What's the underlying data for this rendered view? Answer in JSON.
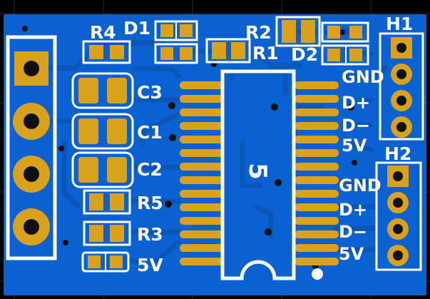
{
  "board": {
    "colors": {
      "background": "#000000",
      "grid": "#2a2a2a",
      "board_fill": "#0a61d1",
      "trace": "#0a56b8",
      "copper": "#d9a11c",
      "silkscreen": "#ffffff",
      "drill": "#111111",
      "via_ring": "#1a1a1a"
    },
    "labels": {
      "r4": "R4",
      "d1": "D1",
      "r2": "R2",
      "r1": "R1",
      "d2": "D2",
      "h1": "H1",
      "h2": "H2",
      "c3": "C3",
      "c1": "C1",
      "c2": "C2",
      "r5": "R5",
      "r3": "R3",
      "fiveV_left": "5V",
      "ic_label": "5",
      "h1_pins": [
        "GND",
        "D+",
        "D−",
        "5V"
      ],
      "h2_pins": [
        "GND",
        "D+",
        "D−",
        "5V"
      ]
    }
  }
}
